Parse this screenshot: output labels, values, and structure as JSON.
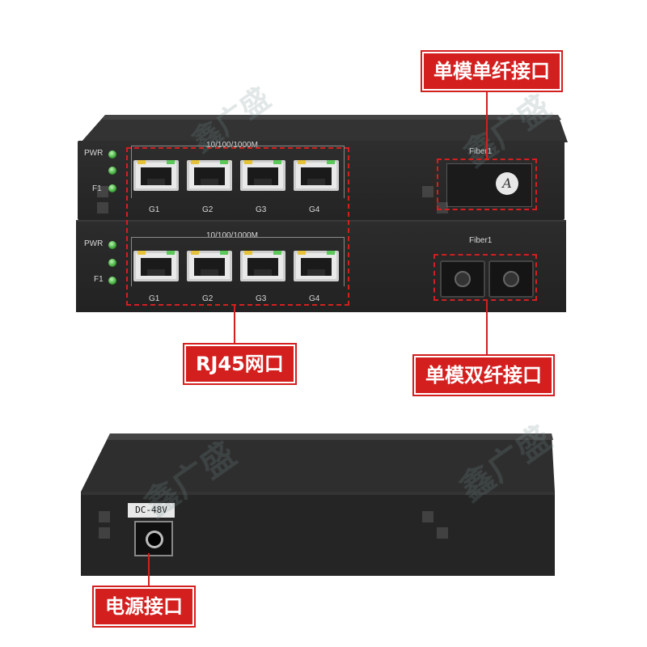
{
  "callouts": {
    "single_fiber": "单模单纤接口",
    "rj45": "RJ45网口",
    "dual_fiber": "单模双纤接口",
    "power": "电源接口"
  },
  "device_top": {
    "led_labels": [
      "PWR",
      "F1"
    ],
    "port_group_label": "10/100/1000M",
    "ports": [
      "G1",
      "G2",
      "G3",
      "G4"
    ],
    "fiber_label": "Fiber1",
    "fiber_badge": "A"
  },
  "device_bottom": {
    "led_labels": [
      "PWR",
      "F1"
    ],
    "port_group_label": "10/100/1000M",
    "ports": [
      "G1",
      "G2",
      "G3",
      "G4"
    ],
    "fiber_label": "Fiber1"
  },
  "device_rear": {
    "power_label": "DC-48V"
  },
  "colors": {
    "accent": "#d41f1f",
    "chassis": "#2b2b2b",
    "led": "#3fa83a"
  }
}
